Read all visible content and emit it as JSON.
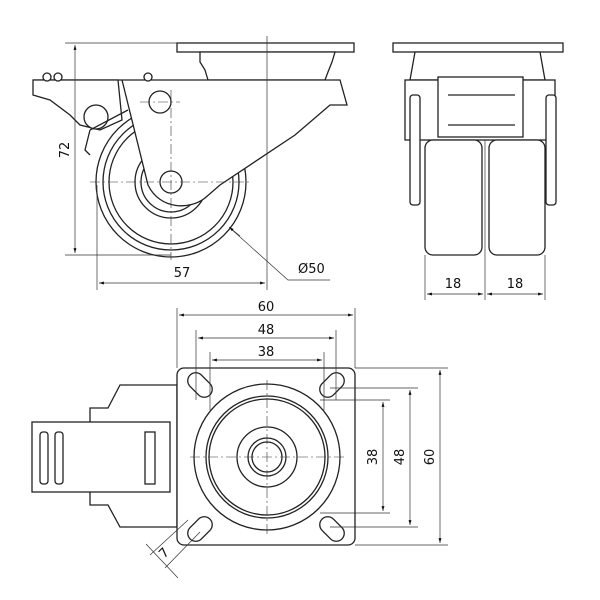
{
  "side_view": {
    "height_label": "72",
    "offset_label": "57",
    "wheel_diameter_label": "Ø50"
  },
  "front_view": {
    "wheel_width_left_label": "18",
    "wheel_width_right_label": "18"
  },
  "top_view": {
    "plate_width_label": "60",
    "hole_spacing_outer_label": "48",
    "hole_spacing_inner_label": "38",
    "plate_height_label": "60",
    "hole_spacing_outer_vertical_label": "48",
    "hole_spacing_inner_vertical_label": "38",
    "slot_width_label": "7"
  }
}
